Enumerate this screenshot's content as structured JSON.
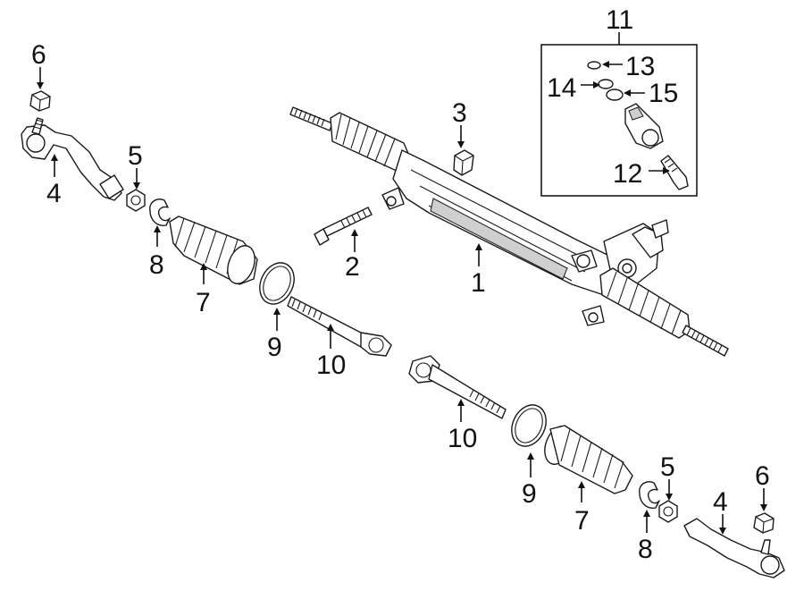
{
  "callouts": {
    "c1": "1",
    "c2": "2",
    "c3": "3",
    "c4_left": "4",
    "c4_right": "4",
    "c5_left": "5",
    "c5_right": "5",
    "c6_left": "6",
    "c6_right": "6",
    "c7_left": "7",
    "c7_right": "7",
    "c8_left": "8",
    "c8_right": "8",
    "c9_left": "9",
    "c9_right": "9",
    "c10_left": "10",
    "c10_right": "10",
    "c11": "11",
    "c12": "12",
    "c13": "13",
    "c14": "14",
    "c15": "15"
  }
}
